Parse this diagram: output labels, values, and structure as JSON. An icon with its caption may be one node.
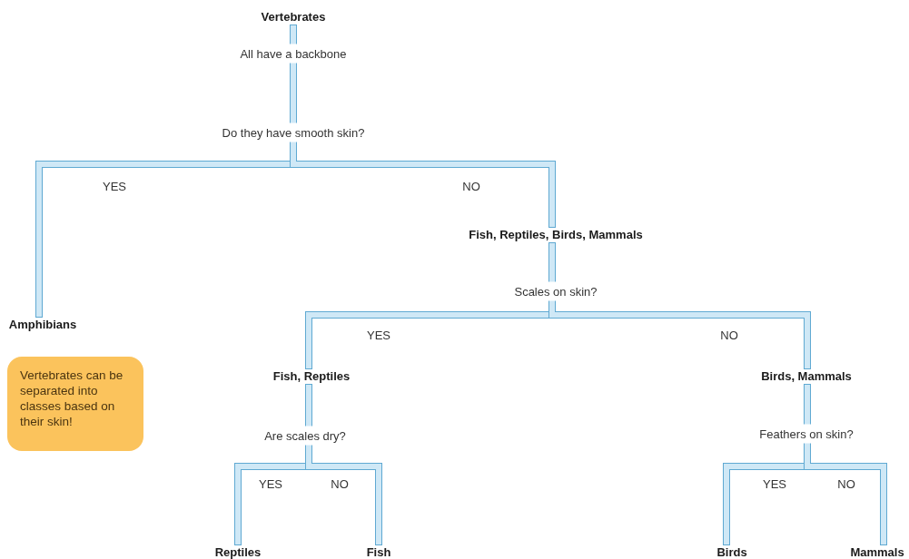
{
  "diagram": {
    "nodes": [
      {
        "text": [
          "Vertebrates"
        ]
      },
      {
        "text": [
          "Fish, Reptiles, Birds, Mammals"
        ]
      },
      {
        "text": [
          "Amphibians"
        ]
      },
      {
        "text": [
          "Fish, Reptiles"
        ]
      },
      {
        "text": [
          "Birds, Mammals"
        ]
      },
      {
        "text": [
          "Reptiles"
        ]
      },
      {
        "text": [
          "Fish"
        ]
      },
      {
        "text": [
          "Birds"
        ]
      },
      {
        "text": [
          "Mammals"
        ]
      },
      {
        "text": [
          "Vertebrates can be separated into classes based on their skin!"
        ]
      }
    ],
    "edges": [
      {
        "from": 0,
        "to": 2,
        "arrow": "none",
        "label": "YES"
      },
      {
        "from": 0,
        "to": 1,
        "arrow": "none",
        "label": "NO"
      },
      {
        "from": 1,
        "to": 3,
        "arrow": "none",
        "label": "YES"
      },
      {
        "from": 1,
        "to": 4,
        "arrow": "none",
        "label": "NO"
      },
      {
        "from": 3,
        "to": 5,
        "arrow": "none",
        "label": "YES"
      },
      {
        "from": 3,
        "to": 6,
        "arrow": "none",
        "label": "NO"
      },
      {
        "from": 4,
        "to": 7,
        "arrow": "none",
        "label": "YES"
      },
      {
        "from": 4,
        "to": 8,
        "arrow": "none",
        "label": "NO"
      }
    ],
    "labels": [
      "All have a backbone",
      "Do they have smooth skin?",
      "Scales on skin?",
      "Are scales dry?",
      "Feathers on skin?"
    ]
  }
}
